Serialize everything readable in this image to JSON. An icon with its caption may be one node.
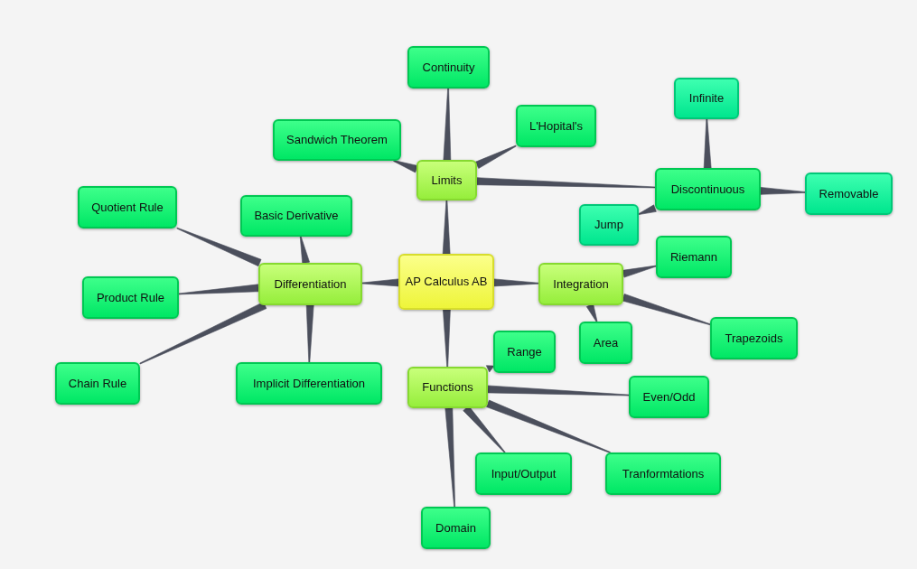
{
  "diagram": {
    "nodes": [
      {
        "text": [
          "AP Calculus AB"
        ]
      },
      {
        "text": [
          "Limits"
        ]
      },
      {
        "text": [
          "Differentiation"
        ]
      },
      {
        "text": [
          "Integration"
        ]
      },
      {
        "text": [
          "Functions"
        ]
      },
      {
        "text": [
          "Continuity"
        ]
      },
      {
        "text": [
          "L'Hopital's"
        ]
      },
      {
        "text": [
          "Sandwich Theorem"
        ]
      },
      {
        "text": [
          "Discontinuous"
        ]
      },
      {
        "text": [
          "Infinite"
        ]
      },
      {
        "text": [
          "Removable"
        ]
      },
      {
        "text": [
          "Jump"
        ]
      },
      {
        "text": [
          "Quotient Rule"
        ]
      },
      {
        "text": [
          "Basic Derivative"
        ]
      },
      {
        "text": [
          "Product Rule"
        ]
      },
      {
        "text": [
          "Chain Rule"
        ]
      },
      {
        "text": [
          "Implicit Differentiation"
        ]
      },
      {
        "text": [
          "Riemann"
        ]
      },
      {
        "text": [
          "Area"
        ]
      },
      {
        "text": [
          "Trapezoids"
        ]
      },
      {
        "text": [
          "Range"
        ]
      },
      {
        "text": [
          "Even/Odd"
        ]
      },
      {
        "text": [
          "Input/Output"
        ]
      },
      {
        "text": [
          "Tranformtations"
        ]
      },
      {
        "text": [
          "Domain"
        ]
      }
    ],
    "edges": [
      {
        "from": 0,
        "to": 1,
        "arrow": "none"
      },
      {
        "from": 0,
        "to": 2,
        "arrow": "none"
      },
      {
        "from": 0,
        "to": 3,
        "arrow": "none"
      },
      {
        "from": 0,
        "to": 4,
        "arrow": "none"
      },
      {
        "from": 1,
        "to": 5,
        "arrow": "none"
      },
      {
        "from": 1,
        "to": 6,
        "arrow": "none"
      },
      {
        "from": 1,
        "to": 7,
        "arrow": "none"
      },
      {
        "from": 1,
        "to": 8,
        "arrow": "none"
      },
      {
        "from": 8,
        "to": 9,
        "arrow": "none"
      },
      {
        "from": 8,
        "to": 10,
        "arrow": "none"
      },
      {
        "from": 8,
        "to": 11,
        "arrow": "none"
      },
      {
        "from": 2,
        "to": 12,
        "arrow": "none"
      },
      {
        "from": 2,
        "to": 13,
        "arrow": "none"
      },
      {
        "from": 2,
        "to": 14,
        "arrow": "none"
      },
      {
        "from": 2,
        "to": 15,
        "arrow": "none"
      },
      {
        "from": 2,
        "to": 16,
        "arrow": "none"
      },
      {
        "from": 3,
        "to": 17,
        "arrow": "none"
      },
      {
        "from": 3,
        "to": 18,
        "arrow": "none"
      },
      {
        "from": 3,
        "to": 19,
        "arrow": "none"
      },
      {
        "from": 4,
        "to": 20,
        "arrow": "none"
      },
      {
        "from": 4,
        "to": 21,
        "arrow": "none"
      },
      {
        "from": 4,
        "to": 22,
        "arrow": "none"
      },
      {
        "from": 4,
        "to": 23,
        "arrow": "none"
      },
      {
        "from": 4,
        "to": 24,
        "arrow": "none"
      }
    ]
  }
}
